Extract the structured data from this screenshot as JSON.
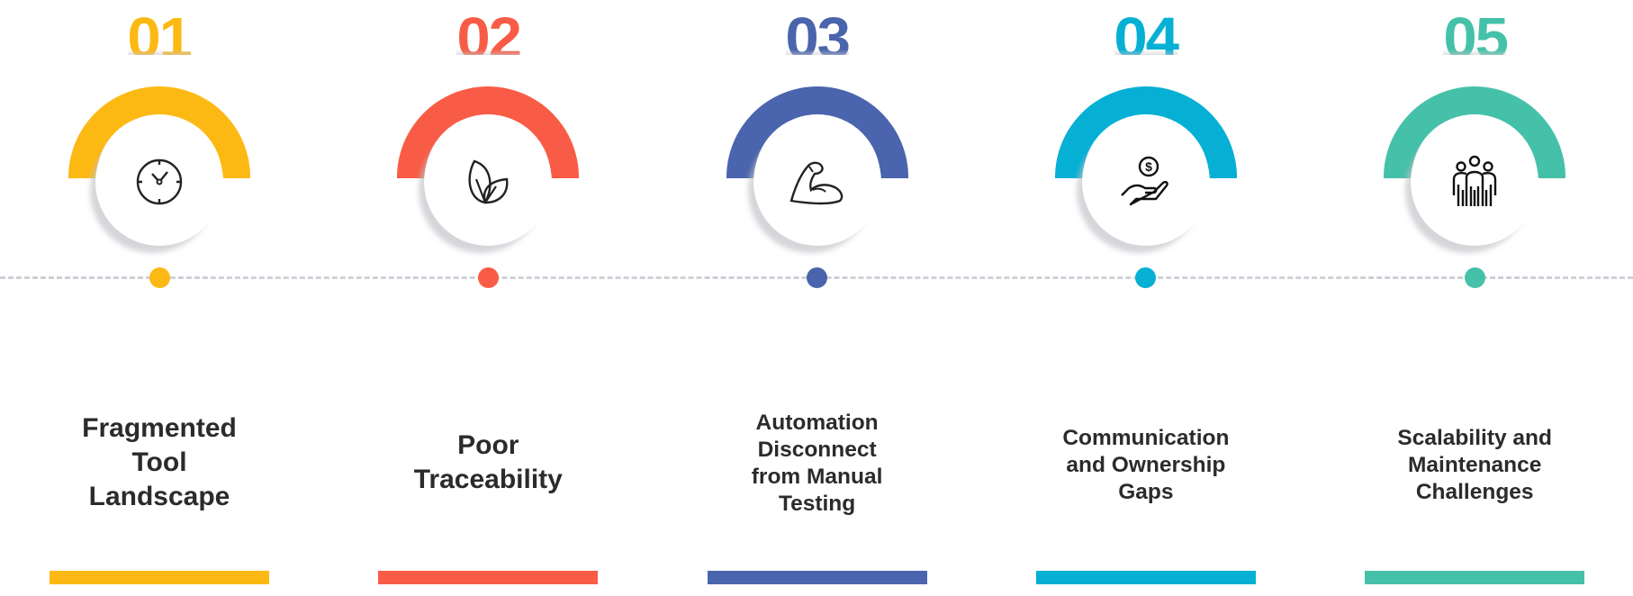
{
  "steps": [
    {
      "number": "01",
      "title_lines": [
        "Fragmented",
        "Tool",
        "Landscape"
      ],
      "color": "#FDB913",
      "icon": "clock-icon"
    },
    {
      "number": "02",
      "title_lines": [
        "Poor",
        "Traceability"
      ],
      "color": "#F95C46",
      "icon": "leaf-icon"
    },
    {
      "number": "03",
      "title_lines": [
        "Automation",
        "Disconnect",
        "from Manual",
        "Testing"
      ],
      "color": "#4A64AD",
      "icon": "flexed-arm-icon"
    },
    {
      "number": "04",
      "title_lines": [
        "Communication",
        "and Ownership",
        "Gaps"
      ],
      "color": "#05B0D4",
      "icon": "hand-coin-icon"
    },
    {
      "number": "05",
      "title_lines": [
        "Scalability and",
        "Maintenance",
        "Challenges"
      ],
      "color": "#46C1A9",
      "icon": "team-icon"
    }
  ]
}
